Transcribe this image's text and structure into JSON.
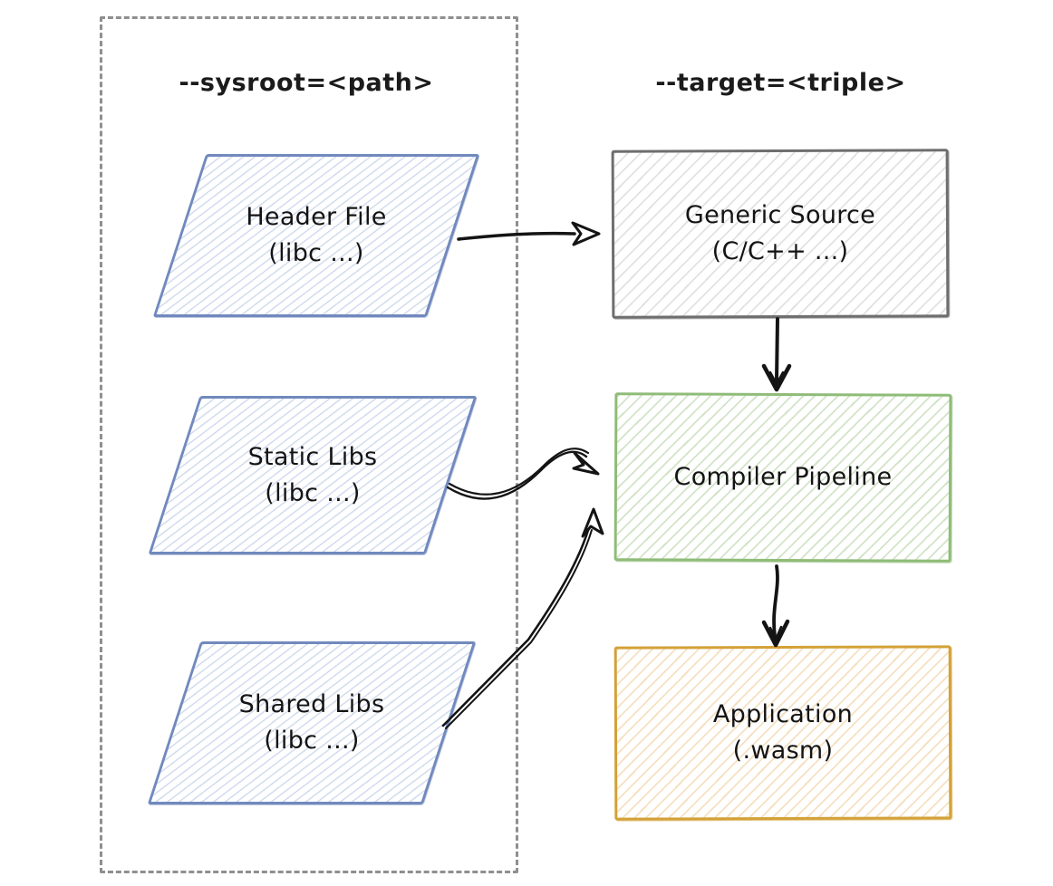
{
  "diagram": {
    "title_hint": "clang cross-compilation flow to WebAssembly",
    "sysroot_group": {
      "label": "--sysroot=<path>"
    },
    "target_group": {
      "label": "--target=<triple>"
    },
    "nodes": {
      "header_file": {
        "title": "Header File",
        "subtitle": "(libc ...)"
      },
      "static_libs": {
        "title": "Static Libs",
        "subtitle": "(libc ...)"
      },
      "shared_libs": {
        "title": "Shared Libs",
        "subtitle": "(libc ...)"
      },
      "generic_source": {
        "title": "Generic Source",
        "subtitle": "(C/C++ ...)"
      },
      "compiler_pipeline": {
        "title": "Compiler Pipeline",
        "subtitle": ""
      },
      "application": {
        "title": "Application",
        "subtitle": "(.wasm)"
      }
    },
    "edges": [
      {
        "from": "header_file",
        "to": "generic_source"
      },
      {
        "from": "generic_source",
        "to": "compiler_pipeline"
      },
      {
        "from": "static_libs",
        "to": "compiler_pipeline"
      },
      {
        "from": "shared_libs",
        "to": "compiler_pipeline"
      },
      {
        "from": "compiler_pipeline",
        "to": "application"
      }
    ],
    "colors": {
      "blue_node": "#7189bd",
      "gray_node": "#6e6e6e",
      "green_node": "#8fbc78",
      "orange_node": "#d3a137",
      "ink": "#1b1b1b",
      "dashed_container": "#8f8f8f"
    }
  }
}
